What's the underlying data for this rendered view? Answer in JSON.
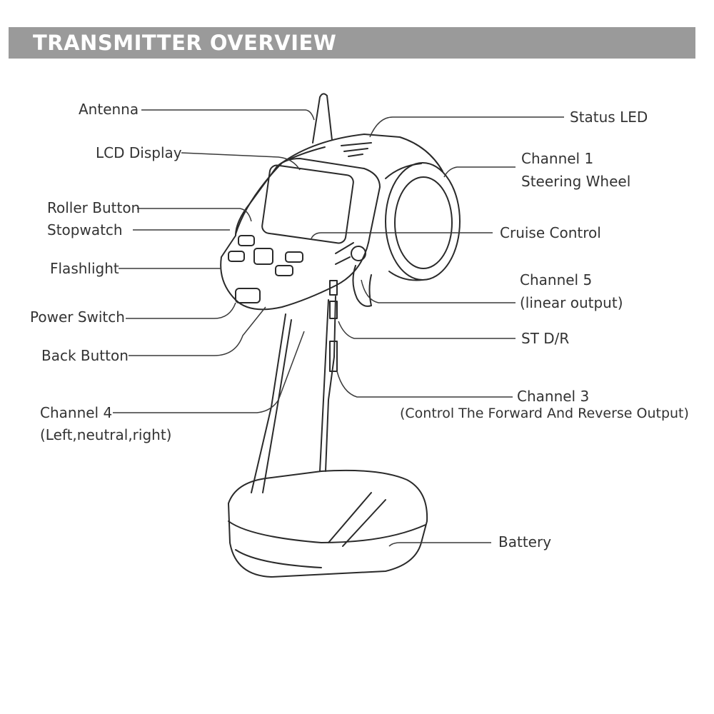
{
  "header": {
    "title": "TRANSMITTER OVERVIEW"
  },
  "labels": {
    "antenna": "Antenna",
    "lcd_display": "LCD Display",
    "roller_button": "Roller Button",
    "stopwatch": "Stopwatch",
    "flashlight": "Flashlight",
    "power_switch": "Power Switch",
    "back_button": "Back Button",
    "channel4_title": "Channel 4",
    "channel4_desc": "(Left,neutral,right)",
    "status_led": "Status LED",
    "channel1_title": "Channel 1",
    "channel1_desc": "Steering Wheel",
    "cruise_control": "Cruise Control",
    "channel5_title": "Channel 5",
    "channel5_desc": "(linear output)",
    "st_dr": "ST D/R",
    "channel3_title": "Channel 3",
    "channel3_desc": "(Control The Forward And Reverse Output)",
    "battery": "Battery"
  },
  "colors": {
    "header_bg": "#9a9a9a",
    "header_text": "#ffffff",
    "line": "#3a3a3a"
  }
}
